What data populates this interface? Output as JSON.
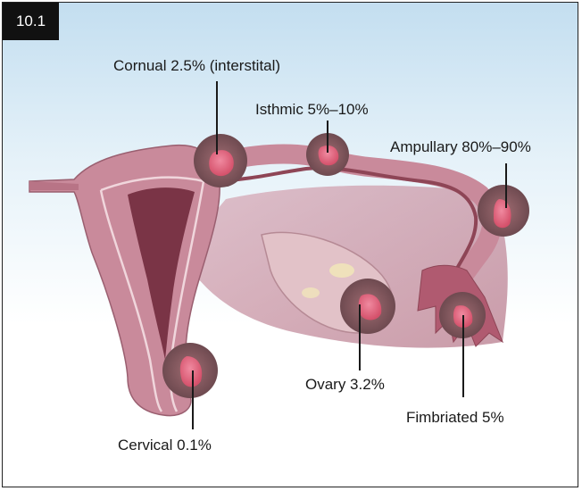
{
  "figure": {
    "number": "10.1"
  },
  "labels": {
    "cornual": "Cornual 2.5% (interstital)",
    "isthmic": "Isthmic 5%–10%",
    "ampullary": "Ampullary 80%–90%",
    "ovary": "Ovary 3.2%",
    "fimbriated": "Fimbriated 5%",
    "cervical": "Cervical 0.1%"
  },
  "colors": {
    "tissue": "#c98a9b",
    "tissue_dark": "#8e4556",
    "cavity": "#7a3446",
    "sac": "#8a5c62",
    "embryo": "#e0677e",
    "background_top": "#c3def0"
  }
}
